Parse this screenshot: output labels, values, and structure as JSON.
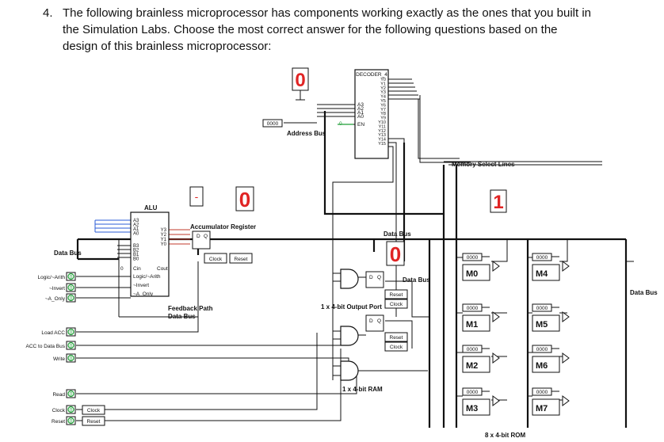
{
  "question": {
    "number": "4.",
    "lines": [
      "The following brainless microprocessor has components working exactly as the ones that you built in",
      "the Simulation Labs. Choose the most correct answer for the following questions based on the",
      "design of this brainless microprocessor:"
    ]
  },
  "diagram": {
    "address_display_digit": "0",
    "accumulator_display_digit": "0",
    "output_display_digit": "0",
    "memory_select_display_digit": "1",
    "decoder_label": "DECODER_4",
    "decoder_inputs": [
      "A3",
      "A2",
      "A1",
      "A0",
      "EN"
    ],
    "decoder_outputs": [
      "Y0",
      "Y1",
      "Y2",
      "Y3",
      "Y4",
      "Y5",
      "Y6",
      "Y7",
      "Y8",
      "Y9",
      "Y10",
      "Y11",
      "Y12",
      "Y13",
      "Y14",
      "Y15"
    ],
    "address_bus_value": "0000",
    "address_bus_label": "Address Bus",
    "memory_select_label": "Memory Select Lines",
    "alu_label": "ALU",
    "alu_inputs_a": [
      "A3",
      "A2",
      "A1",
      "A0"
    ],
    "alu_inputs_b": [
      "B3",
      "B2",
      "B1",
      "B0"
    ],
    "alu_outputs": [
      "Y3",
      "Y2",
      "Y1",
      "Y0"
    ],
    "alu_cin": "Cin",
    "alu_cout": "Cout",
    "alu_ctrl": [
      "Logic/~Arith",
      "~Invert",
      "~A_Only"
    ],
    "accumulator_label": "Accumulator Register",
    "clock_button": "Clock",
    "reset_button": "Reset",
    "feedback_label": "Feedback Path",
    "data_bus_label": "Data Bus",
    "output_port_label": "1 x 4-bit Output Port",
    "ram_label": "1 x 4-bit RAM",
    "rom_label": "8 x 4-bit ROM",
    "left_inputs": [
      "Logic/~Arith",
      "~Invert",
      "~A_Only",
      "Load ACC",
      "ACC to Data Bus",
      "Write",
      "Read",
      "Clock",
      "Reset"
    ],
    "left_input_value": "0",
    "left_buttons": [
      "Clock",
      "Reset"
    ],
    "memory_cells": [
      "M0",
      "M1",
      "M2",
      "M3",
      "M4",
      "M5",
      "M6",
      "M7"
    ],
    "memory_value": "0000",
    "latch_pins": [
      "D",
      "Q"
    ],
    "cin_value": "0"
  }
}
